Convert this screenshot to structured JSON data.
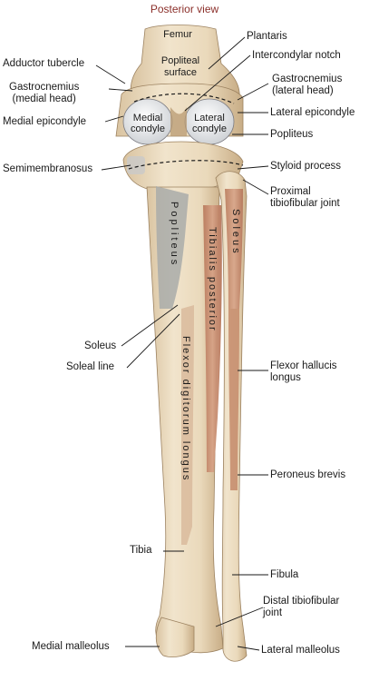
{
  "title": "Posterior view",
  "bone_labels": {
    "femur": "Femur",
    "popliteal_1": "Popliteal",
    "popliteal_2": "surface",
    "medial_1": "Medial",
    "medial_2": "condyle",
    "lateral_1": "Lateral",
    "lateral_2": "condyle"
  },
  "muscle_labels": {
    "popliteus": "Popliteus",
    "soleus": "Soleus",
    "tibialis_posterior": "Tibialis posterior",
    "flexor_digitorum_longus": "Flexor digitorum longus"
  },
  "callouts_left": [
    {
      "id": "adductor-tubercle",
      "lines": [
        "Adductor tubercle"
      ]
    },
    {
      "id": "gastrocnemius-medial",
      "lines": [
        "Gastrocnemius",
        "(medial head)"
      ]
    },
    {
      "id": "medial-epicondyle",
      "lines": [
        "Medial epicondyle"
      ]
    },
    {
      "id": "semimembranosus",
      "lines": [
        "Semimembranosus"
      ]
    },
    {
      "id": "soleus",
      "lines": [
        "Soleus"
      ]
    },
    {
      "id": "soleal-line",
      "lines": [
        "Soleal line"
      ]
    },
    {
      "id": "tibia",
      "lines": [
        "Tibia"
      ]
    },
    {
      "id": "medial-malleolus",
      "lines": [
        "Medial malleolus"
      ]
    }
  ],
  "callouts_right": [
    {
      "id": "plantaris",
      "lines": [
        "Plantaris"
      ]
    },
    {
      "id": "intercondylar-notch",
      "lines": [
        "Intercondylar notch"
      ]
    },
    {
      "id": "gastrocnemius-lateral",
      "lines": [
        "Gastrocnemius",
        "(lateral head)"
      ]
    },
    {
      "id": "lateral-epicondyle",
      "lines": [
        "Lateral epicondyle"
      ]
    },
    {
      "id": "popliteus",
      "lines": [
        "Popliteus"
      ]
    },
    {
      "id": "styloid-process",
      "lines": [
        "Styloid process"
      ]
    },
    {
      "id": "proximal-tibiofibular-joint",
      "lines": [
        "Proximal",
        "tibiofibular joint"
      ]
    },
    {
      "id": "flexor-hallucis-longus",
      "lines": [
        "Flexor hallucis",
        "longus"
      ]
    },
    {
      "id": "peroneus-brevis",
      "lines": [
        "Peroneus brevis"
      ]
    },
    {
      "id": "fibula",
      "lines": [
        "Fibula"
      ]
    },
    {
      "id": "distal-tibiofibular-joint",
      "lines": [
        "Distal tibiofibular",
        "joint"
      ]
    },
    {
      "id": "lateral-malleolus",
      "lines": [
        "Lateral malleolus"
      ]
    }
  ],
  "colors": {
    "title": "#8b2f2a",
    "bone": "#ecdcc0",
    "bone_shadow": "#c9b08c",
    "muscle": "#c98c6c",
    "popliteus_gray": "#a6a8a6",
    "condyle": "#e8e8ea",
    "label": "#1a1a1a"
  }
}
